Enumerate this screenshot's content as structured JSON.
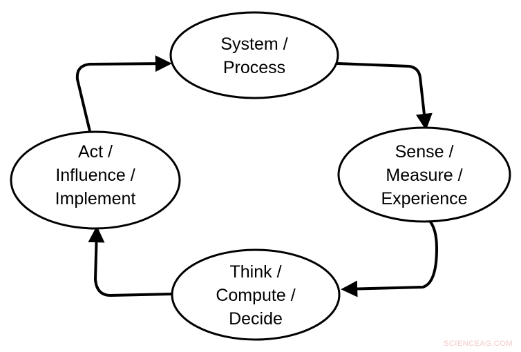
{
  "nodes": {
    "system": {
      "lines": [
        "System /",
        "Process"
      ]
    },
    "sense": {
      "lines": [
        "Sense /",
        "Measure /",
        "Experience"
      ]
    },
    "think": {
      "lines": [
        "Think /",
        "Compute /",
        "Decide"
      ]
    },
    "act": {
      "lines": [
        "Act /",
        "Influence /",
        "Implement"
      ]
    }
  },
  "edges": [
    {
      "from": "system",
      "to": "sense"
    },
    {
      "from": "sense",
      "to": "think"
    },
    {
      "from": "think",
      "to": "act"
    },
    {
      "from": "act",
      "to": "system"
    }
  ],
  "watermark": "SCIENCEAG.COM",
  "colors": {
    "stroke": "#000000",
    "fill": "#ffffff",
    "watermark": "#f4c8c8"
  }
}
